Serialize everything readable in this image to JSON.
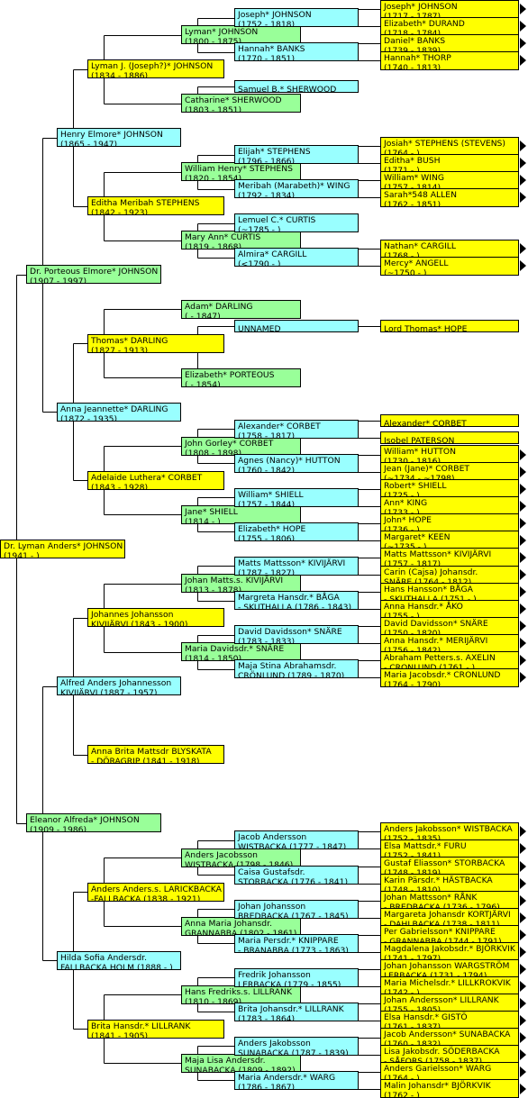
{
  "people": [
    {
      "id": "p0",
      "name": "Dr. Lyman Anders* JOHNSON",
      "dates": "(1941 - )",
      "color": "yellow",
      "g": 0,
      "row": 31.5
    },
    {
      "id": "p1",
      "name": "Dr. Porteous Elmore* JOHNSON",
      "dates": "(1907 - 1997)",
      "color": "green",
      "g": 1,
      "row": 15.5
    },
    {
      "id": "p2",
      "name": "Eleanor Alfreda* JOHNSON",
      "dates": "(1909 - 1986)",
      "color": "green",
      "g": 1,
      "row": 47.5
    },
    {
      "id": "p3",
      "name": "Henry Elmore* JOHNSON",
      "dates": "(1865 - 1947)",
      "color": "cyan",
      "g": 2,
      "row": 7.5
    },
    {
      "id": "p4",
      "name": "Anna Jeannette* DARLING",
      "dates": "(1872 - 1935)",
      "color": "cyan",
      "g": 2,
      "row": 23.5
    },
    {
      "id": "p5",
      "name": "Alfred Anders Johannesson",
      "dates": "KIVIJÄRVI (1887 - 1957)",
      "color": "cyan",
      "g": 2,
      "row": 39.5
    },
    {
      "id": "p6",
      "name": "Hilda Sofia Andersdr.",
      "dates": "FALLBACKA HOLM (1888 - )",
      "color": "cyan",
      "g": 2,
      "row": 55.5
    },
    {
      "id": "p7",
      "name": "Lyman J. (Joseph?)* JOHNSON",
      "dates": "(1834 - 1886)",
      "color": "yellow",
      "g": 3,
      "row": 3.5
    },
    {
      "id": "p8",
      "name": "Editha Meribah STEPHENS",
      "dates": "(1842 - 1923)",
      "color": "yellow",
      "g": 3,
      "row": 11.5
    },
    {
      "id": "p9",
      "name": "Thomas* DARLING",
      "dates": "(1827 - 1913)",
      "color": "yellow",
      "g": 3,
      "row": 19.5
    },
    {
      "id": "p10",
      "name": "Adelaide Luthera* CORBET",
      "dates": "(1843 - 1928)",
      "color": "yellow",
      "g": 3,
      "row": 27.5
    },
    {
      "id": "p11",
      "name": "Johannes Johansson",
      "dates": "KIVIJÄRVI (1843 - 1900)",
      "color": "yellow",
      "g": 3,
      "row": 35.5
    },
    {
      "id": "p12",
      "name": "Anna Brita Mattsdr BLYSKATA",
      "dates": "- DÖRAGRIP (1841 - 1918)",
      "color": "yellow",
      "g": 3,
      "row": 43.5
    },
    {
      "id": "p13",
      "name": "Anders Anders.s. LARICKBACKA",
      "dates": "-FALLBACKA (1838 - 1921)",
      "color": "yellow",
      "g": 3,
      "row": 51.5
    },
    {
      "id": "p14",
      "name": "Brita Hansdr.* LILLRANK",
      "dates": "(1841 - 1905)",
      "color": "yellow",
      "g": 3,
      "row": 59.5
    },
    {
      "id": "p15",
      "name": "Lyman* JOHNSON",
      "dates": "(1800 - 1875)",
      "color": "green",
      "g": 4,
      "row": 1.5
    },
    {
      "id": "p16",
      "name": "Catharine* SHERWOOD",
      "dates": "(1803 - 1851)",
      "color": "green",
      "g": 4,
      "row": 5.5
    },
    {
      "id": "p17",
      "name": "William Henry* STEPHENS",
      "dates": "(1820 - 1854)",
      "color": "green",
      "g": 4,
      "row": 9.5
    },
    {
      "id": "p18",
      "name": "Mary Ann* CURTIS",
      "dates": "(1819 - 1868)",
      "color": "green",
      "g": 4,
      "row": 13.5
    },
    {
      "id": "p19",
      "name": "Adam* DARLING",
      "dates": "( - 1847)",
      "color": "green",
      "g": 4,
      "row": 17.5
    },
    {
      "id": "p20",
      "name": "Elizabeth* PORTEOUS",
      "dates": "( - 1854)",
      "color": "green",
      "g": 4,
      "row": 21.5
    },
    {
      "id": "p21",
      "name": "John Gorley* CORBET",
      "dates": "(1808 - 1898)",
      "color": "green",
      "g": 4,
      "row": 25.5
    },
    {
      "id": "p22",
      "name": "Jane* SHIELL",
      "dates": "(1814 - )",
      "color": "green",
      "g": 4,
      "row": 29.5
    },
    {
      "id": "p23",
      "name": "Johan Matts.s. KIVIJÄRVI",
      "dates": "(1813 - 1878)",
      "color": "green",
      "g": 4,
      "row": 33.5
    },
    {
      "id": "p24",
      "name": "Maria Davidsdr.* SNÄRE",
      "dates": "(1814 - 1850)",
      "color": "green",
      "g": 4,
      "row": 37.5
    },
    {
      "id": "p25",
      "name": "Anders Jacobsson",
      "dates": "WISTBACKA (1798 - 1846)",
      "color": "green",
      "g": 4,
      "row": 49.5
    },
    {
      "id": "p26",
      "name": "Anna Maria Johansdr.",
      "dates": "GRANNABBA (1802 - 1861)",
      "color": "green",
      "g": 4,
      "row": 53.5
    },
    {
      "id": "p27",
      "name": "Hans Fredriks.s. LILLRANK",
      "dates": "(1810 - 1869)",
      "color": "green",
      "g": 4,
      "row": 57.5
    },
    {
      "id": "p28",
      "name": "Maja Lisa Andersdr.",
      "dates": "SUNABACKA (1809 - 1892)",
      "color": "green",
      "g": 4,
      "row": 61.5
    },
    {
      "id": "p29",
      "name": "Joseph* JOHNSON",
      "dates": "(1752 - 1818)",
      "color": "cyan",
      "g": 5,
      "row": 0.5
    },
    {
      "id": "p30",
      "name": "Hannah* BANKS",
      "dates": "(1770 - 1851)",
      "color": "cyan",
      "g": 5,
      "row": 2.5
    },
    {
      "id": "p31",
      "name": "Samuel B.* SHERWOOD",
      "dates": "",
      "color": "cyan",
      "g": 5,
      "row": 4.5
    },
    {
      "id": "p32",
      "name": "Elijah* STEPHENS",
      "dates": "(1796 - 1866)",
      "color": "cyan",
      "g": 5,
      "row": 8.5
    },
    {
      "id": "p33",
      "name": "Meribah (Marabeth)* WING",
      "dates": "(1792 - 1834)",
      "color": "cyan",
      "g": 5,
      "row": 10.5
    },
    {
      "id": "p34",
      "name": "Lemuel C.* CURTIS",
      "dates": "(~1785 - )",
      "color": "cyan",
      "g": 5,
      "row": 12.5
    },
    {
      "id": "p35",
      "name": "Almira* CARGILL",
      "dates": "(<1790 - )",
      "color": "cyan",
      "g": 5,
      "row": 14.5
    },
    {
      "id": "p36",
      "name": "UNNAMED",
      "dates": "",
      "color": "cyan",
      "g": 5,
      "row": 18.5
    },
    {
      "id": "p37",
      "name": "Alexander* CORBET",
      "dates": "(1758 - 1817)",
      "color": "cyan",
      "g": 5,
      "row": 24.5
    },
    {
      "id": "p38",
      "name": "Agnes (Nancy)* HUTTON",
      "dates": "(1760 - 1842)",
      "color": "cyan",
      "g": 5,
      "row": 26.5
    },
    {
      "id": "p39",
      "name": "William* SHIELL",
      "dates": "(1757 - 1844)",
      "color": "cyan",
      "g": 5,
      "row": 28.5
    },
    {
      "id": "p40",
      "name": "Elizabeth* HOPE",
      "dates": "(1755 - 1806)",
      "color": "cyan",
      "g": 5,
      "row": 30.5
    },
    {
      "id": "p41",
      "name": "Matts Mattsson* KIVIJÄRVI",
      "dates": "(1787 - 1827)",
      "color": "cyan",
      "g": 5,
      "row": 32.5
    },
    {
      "id": "p42",
      "name": "Margreta Hansdr.* BÅGA",
      "dates": "- SKUTHALLA (1786 - 1843)",
      "color": "cyan",
      "g": 5,
      "row": 34.5
    },
    {
      "id": "p43",
      "name": "David Davidsson* SNÄRE",
      "dates": "(1783 - 1833)",
      "color": "cyan",
      "g": 5,
      "row": 36.5
    },
    {
      "id": "p44",
      "name": "Maja Stina Abrahamsdr.",
      "dates": "CRÖNLUND (1789 - 1870)",
      "color": "cyan",
      "g": 5,
      "row": 38.5
    },
    {
      "id": "p45",
      "name": "Jacob Andersson",
      "dates": "WISTBACKA (1777 - 1847)",
      "color": "cyan",
      "g": 5,
      "row": 48.5
    },
    {
      "id": "p46",
      "name": "Caisa Gustafsdr.",
      "dates": "STORBACKA (1776 - 1841)",
      "color": "cyan",
      "g": 5,
      "row": 50.5
    },
    {
      "id": "p47",
      "name": "Johan Johansson",
      "dates": "BREDBACKA (1767 - 1845)",
      "color": "cyan",
      "g": 5,
      "row": 52.5
    },
    {
      "id": "p48",
      "name": "Maria Persdr.* KNIPPARE",
      "dates": "- BRANABBA (1773 - 1863)",
      "color": "cyan",
      "g": 5,
      "row": 54.5
    },
    {
      "id": "p49",
      "name": "Fredrik Johansson",
      "dates": "LERBACKA (1779 - 1855)",
      "color": "cyan",
      "g": 5,
      "row": 56.5
    },
    {
      "id": "p50",
      "name": "Brita Johansdr.* LILLRANK",
      "dates": "(1783 - 1864)",
      "color": "cyan",
      "g": 5,
      "row": 58.5
    },
    {
      "id": "p51",
      "name": "Anders Jakobsson",
      "dates": "SUNABACKA (1787 - 1839)",
      "color": "cyan",
      "g": 5,
      "row": 60.5
    },
    {
      "id": "p52",
      "name": "Maria Andersdr.* WARG",
      "dates": "(1786 - 1867)",
      "color": "cyan",
      "g": 5,
      "row": 62.5
    },
    {
      "id": "q0",
      "name": "Joseph* JOHNSON",
      "dates": "(1717 - 1787)",
      "color": "yellow",
      "g": 6,
      "row": 0,
      "more": true
    },
    {
      "id": "q1",
      "name": "Elizabeth* DURAND",
      "dates": "(1718 - 1784)",
      "color": "yellow",
      "g": 6,
      "row": 1,
      "more": true
    },
    {
      "id": "q2",
      "name": "Daniel* BANKS",
      "dates": "(1739 - 1839)",
      "color": "yellow",
      "g": 6,
      "row": 2,
      "more": true
    },
    {
      "id": "q3",
      "name": "Hannah* THORP",
      "dates": "(1740 - 1813)",
      "color": "yellow",
      "g": 6,
      "row": 3,
      "more": true
    },
    {
      "id": "q4",
      "name": "Josiah* STEPHENS (STEVENS)",
      "dates": "(1764 - )",
      "color": "yellow",
      "g": 6,
      "row": 8,
      "more": true
    },
    {
      "id": "q5",
      "name": "Editha* BUSH",
      "dates": "(1771 - )",
      "color": "yellow",
      "g": 6,
      "row": 9,
      "more": true
    },
    {
      "id": "q6",
      "name": "William* WING",
      "dates": "(1757 - 1814)",
      "color": "yellow",
      "g": 6,
      "row": 10,
      "more": true
    },
    {
      "id": "q7",
      "name": "Sarah*548 ALLEN",
      "dates": "(1762 - 1851)",
      "color": "yellow",
      "g": 6,
      "row": 11,
      "more": true
    },
    {
      "id": "q8",
      "name": "Nathan* CARGILL",
      "dates": "(1768 - )",
      "color": "yellow",
      "g": 6,
      "row": 14,
      "more": true
    },
    {
      "id": "q9",
      "name": "Mercy* ANGELL",
      "dates": "(~1750 - )",
      "color": "yellow",
      "g": 6,
      "row": 15,
      "more": true
    },
    {
      "id": "q10",
      "name": "Lord Thomas* HOPE",
      "dates": "",
      "color": "yellow",
      "g": 6,
      "row": 18.5,
      "more": false
    },
    {
      "id": "q11",
      "name": "Alexander* CORBET",
      "dates": "",
      "color": "yellow",
      "g": 6,
      "row": 24,
      "more": false
    },
    {
      "id": "q12",
      "name": "Isobel PATERSON",
      "dates": "",
      "color": "yellow",
      "g": 6,
      "row": 25,
      "more": false
    },
    {
      "id": "q13",
      "name": "William* HUTTON",
      "dates": "(1730 - 1816)",
      "color": "yellow",
      "g": 6,
      "row": 26,
      "more": true
    },
    {
      "id": "q14",
      "name": "Jean (Jane)* CORBET",
      "dates": "(~1734 - ~1798)",
      "color": "yellow",
      "g": 6,
      "row": 27,
      "more": true
    },
    {
      "id": "q15",
      "name": "Robert* SHIELL",
      "dates": "(1725 - )",
      "color": "yellow",
      "g": 6,
      "row": 28,
      "more": true
    },
    {
      "id": "q16",
      "name": "Ann* KING",
      "dates": "(1733 - )",
      "color": "yellow",
      "g": 6,
      "row": 29,
      "more": true
    },
    {
      "id": "q17",
      "name": "John* HOPE",
      "dates": "(1736 - )",
      "color": "yellow",
      "g": 6,
      "row": 30,
      "more": true
    },
    {
      "id": "q18",
      "name": "Margaret* KEEN",
      "dates": "(~1735 - )",
      "color": "yellow",
      "g": 6,
      "row": 31,
      "more": true
    },
    {
      "id": "q19",
      "name": "Matts Mattsson* KIVIJÄRVI",
      "dates": "(1757 - 1817)",
      "color": "yellow",
      "g": 6,
      "row": 32,
      "more": true
    },
    {
      "id": "q20",
      "name": "Carin (Cajsa) Johansdr.",
      "dates": "SNÄRE (1764 - 1812)",
      "color": "yellow",
      "g": 6,
      "row": 33,
      "more": true
    },
    {
      "id": "q21",
      "name": "Hans Hansson* BÅGA",
      "dates": "- SKUTHALLA (1751 - )",
      "color": "yellow",
      "g": 6,
      "row": 34,
      "more": true
    },
    {
      "id": "q22",
      "name": "Anna Hansdr.* ÅKO",
      "dates": "(1755 - )",
      "color": "yellow",
      "g": 6,
      "row": 35,
      "more": true
    },
    {
      "id": "q23",
      "name": "David Davidsson* SNÄRE",
      "dates": "(1750 - 1820)",
      "color": "yellow",
      "g": 6,
      "row": 36,
      "more": true
    },
    {
      "id": "q24",
      "name": "Anna Hansdr.* MERIJÄRVI",
      "dates": "(1756 - 1842)",
      "color": "yellow",
      "g": 6,
      "row": 37,
      "more": true
    },
    {
      "id": "q25",
      "name": "Abraham Petters.s. AXELIN",
      "dates": "- CRONLUND (1761 - )",
      "color": "yellow",
      "g": 6,
      "row": 38,
      "more": true
    },
    {
      "id": "q26",
      "name": "Maria Jacobsdr.* CRONLUND",
      "dates": "(1764 - 1790)",
      "color": "yellow",
      "g": 6,
      "row": 39,
      "more": true
    },
    {
      "id": "q27",
      "name": "Anders Jakobsson* WISTBACKA",
      "dates": "(1752 - 1835)",
      "color": "yellow",
      "g": 6,
      "row": 48,
      "more": true
    },
    {
      "id": "q28",
      "name": "Elsa Mattsdr.* FURU",
      "dates": "(1752 - 1841)",
      "color": "yellow",
      "g": 6,
      "row": 49,
      "more": true
    },
    {
      "id": "q29",
      "name": "Gustaf Eliasson* STORBACKA",
      "dates": "(1748 - 1819)",
      "color": "yellow",
      "g": 6,
      "row": 50,
      "more": true
    },
    {
      "id": "q30",
      "name": "Karin Pärsdr.* HÄSTBACKA",
      "dates": "(1748 - 1810)",
      "color": "yellow",
      "g": 6,
      "row": 51,
      "more": true
    },
    {
      "id": "q31",
      "name": "Johan Mattsson* RÅNK",
      "dates": "- BREDBACKA (1736 - 1796)",
      "color": "yellow",
      "g": 6,
      "row": 52,
      "more": true
    },
    {
      "id": "q32",
      "name": "Margareta Johansdr KORTJÄRVI",
      "dates": "- DAHLBACKA (1738 - 1811)",
      "color": "yellow",
      "g": 6,
      "row": 53,
      "more": true
    },
    {
      "id": "q33",
      "name": "Per Gabrielsson* KNIPPARE",
      "dates": "- GRANNABBA (1744 - 1791)",
      "color": "yellow",
      "g": 6,
      "row": 54,
      "more": true
    },
    {
      "id": "q34",
      "name": "Magdalena Jakobsdr.* BJÖRKVIK",
      "dates": "(1741 - 1797)",
      "color": "yellow",
      "g": 6,
      "row": 55,
      "more": true
    },
    {
      "id": "q35",
      "name": "Johan Johansson WARGSTRÖM",
      "dates": "LERBACKA (1731 - 1794)",
      "color": "yellow",
      "g": 6,
      "row": 56,
      "more": true
    },
    {
      "id": "q36",
      "name": "Maria Michelsdr.* LILLKROKVIK",
      "dates": "(1742 - )",
      "color": "yellow",
      "g": 6,
      "row": 57,
      "more": true
    },
    {
      "id": "q37",
      "name": "Johan Andersson* LILLRANK",
      "dates": "(1755 - 1805)",
      "color": "yellow",
      "g": 6,
      "row": 58,
      "more": true
    },
    {
      "id": "q38",
      "name": "Elsa Hansdr.* GISTÖ",
      "dates": "(1761 - 1837)",
      "color": "yellow",
      "g": 6,
      "row": 59,
      "more": true
    },
    {
      "id": "q39",
      "name": "Jacob Andersson* SUNABACKA",
      "dates": "(1760 - 1832)",
      "color": "yellow",
      "g": 6,
      "row": 60,
      "more": true
    },
    {
      "id": "q40",
      "name": "Lisa Jakobsdr. SÖDERBACKA",
      "dates": "- SÅFORS (1758 - 1837)",
      "color": "yellow",
      "g": 6,
      "row": 61,
      "more": true
    },
    {
      "id": "q41",
      "name": "Anders Garielsson* WARG",
      "dates": "(1764 - )",
      "color": "yellow",
      "g": 6,
      "row": 62,
      "more": true
    },
    {
      "id": "q42",
      "name": "Malin Johansdr* BJÖRKVIK",
      "dates": "(1762 - )",
      "color": "yellow",
      "g": 6,
      "row": 63,
      "more": true
    }
  ],
  "links": [
    [
      "p0",
      "p1"
    ],
    [
      "p0",
      "p2"
    ],
    [
      "p1",
      "p3"
    ],
    [
      "p1",
      "p4"
    ],
    [
      "p2",
      "p5"
    ],
    [
      "p2",
      "p6"
    ],
    [
      "p3",
      "p7"
    ],
    [
      "p3",
      "p8"
    ],
    [
      "p4",
      "p9"
    ],
    [
      "p4",
      "p10"
    ],
    [
      "p5",
      "p11"
    ],
    [
      "p5",
      "p12"
    ],
    [
      "p6",
      "p13"
    ],
    [
      "p6",
      "p14"
    ],
    [
      "p7",
      "p15"
    ],
    [
      "p7",
      "p16"
    ],
    [
      "p8",
      "p17"
    ],
    [
      "p8",
      "p18"
    ],
    [
      "p9",
      "p19"
    ],
    [
      "p9",
      "p20"
    ],
    [
      "p10",
      "p21"
    ],
    [
      "p10",
      "p22"
    ],
    [
      "p11",
      "p23"
    ],
    [
      "p11",
      "p24"
    ],
    [
      "p13",
      "p25"
    ],
    [
      "p13",
      "p26"
    ],
    [
      "p14",
      "p27"
    ],
    [
      "p14",
      "p28"
    ],
    [
      "p15",
      "p29"
    ],
    [
      "p15",
      "p30"
    ],
    [
      "p16",
      "p31"
    ],
    [
      "p17",
      "p32"
    ],
    [
      "p17",
      "p33"
    ],
    [
      "p18",
      "p34"
    ],
    [
      "p18",
      "p35"
    ],
    [
      "p20",
      "p36"
    ],
    [
      "p21",
      "p37"
    ],
    [
      "p21",
      "p38"
    ],
    [
      "p22",
      "p39"
    ],
    [
      "p22",
      "p40"
    ],
    [
      "p23",
      "p41"
    ],
    [
      "p23",
      "p42"
    ],
    [
      "p24",
      "p43"
    ],
    [
      "p24",
      "p44"
    ],
    [
      "p25",
      "p45"
    ],
    [
      "p25",
      "p46"
    ],
    [
      "p26",
      "p47"
    ],
    [
      "p26",
      "p48"
    ],
    [
      "p27",
      "p49"
    ],
    [
      "p27",
      "p50"
    ],
    [
      "p28",
      "p51"
    ],
    [
      "p28",
      "p52"
    ],
    [
      "p29",
      "q0"
    ],
    [
      "p29",
      "q1"
    ],
    [
      "p30",
      "q2"
    ],
    [
      "p30",
      "q3"
    ],
    [
      "p32",
      "q4"
    ],
    [
      "p32",
      "q5"
    ],
    [
      "p33",
      "q6"
    ],
    [
      "p33",
      "q7"
    ],
    [
      "p35",
      "q8"
    ],
    [
      "p35",
      "q9"
    ],
    [
      "p36",
      "q10"
    ],
    [
      "p37",
      "q11"
    ],
    [
      "p37",
      "q12"
    ],
    [
      "p38",
      "q13"
    ],
    [
      "p38",
      "q14"
    ],
    [
      "p39",
      "q15"
    ],
    [
      "p39",
      "q16"
    ],
    [
      "p40",
      "q17"
    ],
    [
      "p40",
      "q18"
    ],
    [
      "p41",
      "q19"
    ],
    [
      "p41",
      "q20"
    ],
    [
      "p42",
      "q21"
    ],
    [
      "p42",
      "q22"
    ],
    [
      "p43",
      "q23"
    ],
    [
      "p43",
      "q24"
    ],
    [
      "p44",
      "q25"
    ],
    [
      "p44",
      "q26"
    ],
    [
      "p45",
      "q27"
    ],
    [
      "p45",
      "q28"
    ],
    [
      "p46",
      "q29"
    ],
    [
      "p46",
      "q30"
    ],
    [
      "p47",
      "q31"
    ],
    [
      "p47",
      "q32"
    ],
    [
      "p48",
      "q33"
    ],
    [
      "p48",
      "q34"
    ],
    [
      "p49",
      "q35"
    ],
    [
      "p49",
      "q36"
    ],
    [
      "p50",
      "q37"
    ],
    [
      "p50",
      "q38"
    ],
    [
      "p51",
      "q39"
    ],
    [
      "p51",
      "q40"
    ],
    [
      "p52",
      "q41"
    ],
    [
      "p52",
      "q42"
    ]
  ],
  "colors": {
    "yellow": "#ffff00",
    "cyan": "#99ffff",
    "green": "#99ff99",
    "line": "#000000"
  }
}
